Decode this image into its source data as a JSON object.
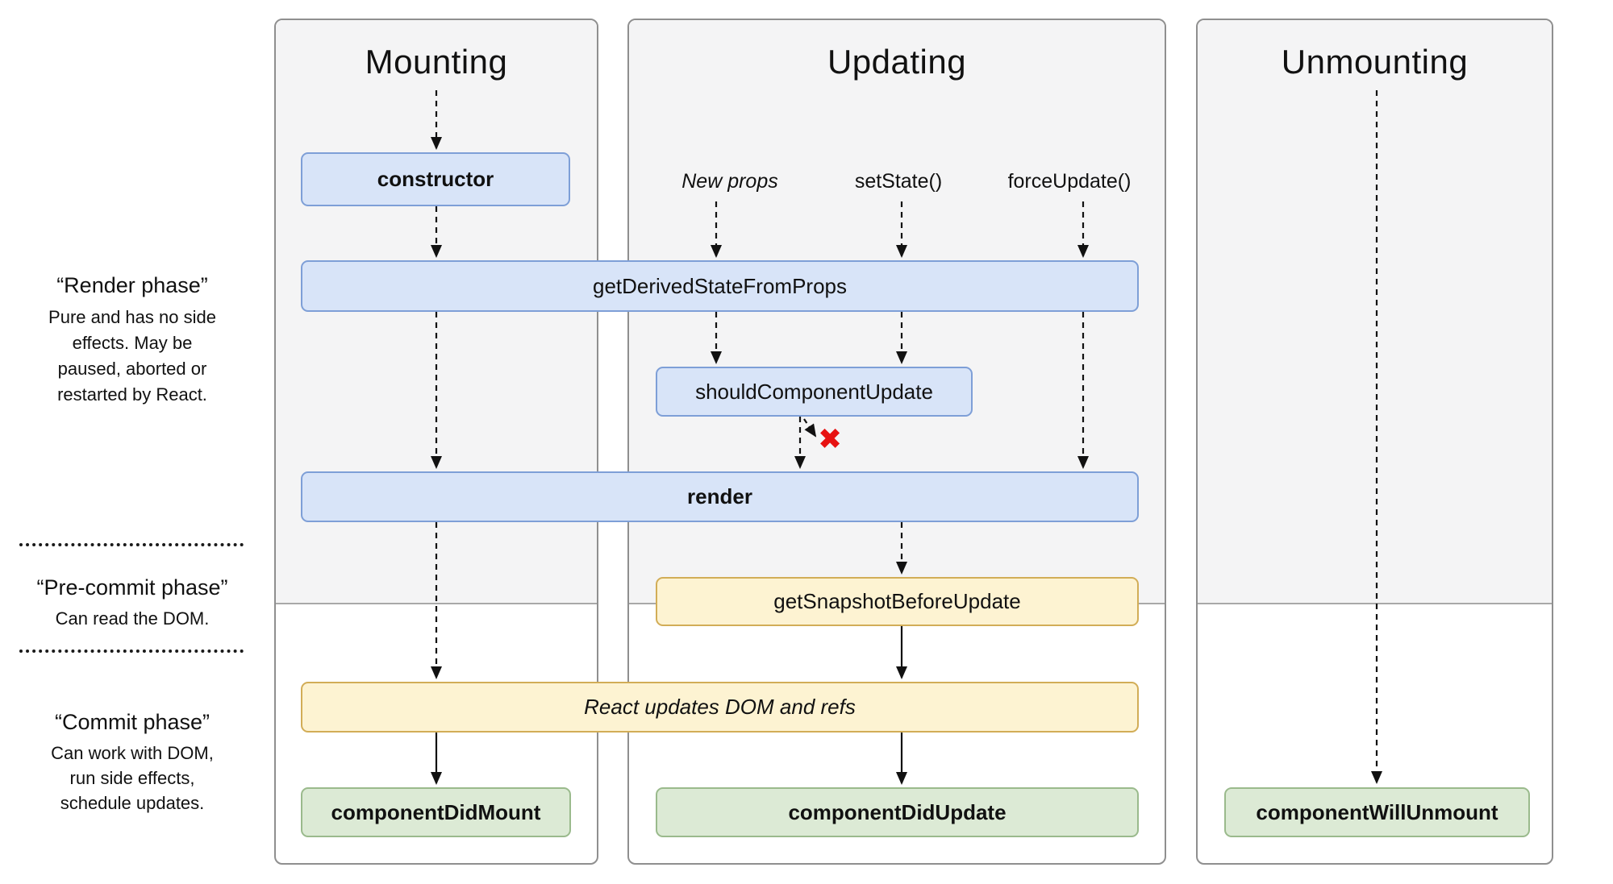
{
  "columns": {
    "mounting": {
      "title": "Mounting"
    },
    "updating": {
      "title": "Updating"
    },
    "unmounting": {
      "title": "Unmounting"
    }
  },
  "side_labels": {
    "render_phase": {
      "title": "“Render phase”",
      "lines": [
        "Pure and has no side",
        "effects. May be",
        "paused, aborted or",
        "restarted by React."
      ]
    },
    "pre_commit_phase": {
      "title": "“Pre-commit phase”",
      "lines": [
        "Can read the DOM."
      ]
    },
    "commit_phase": {
      "title": "“Commit phase”",
      "lines": [
        "Can work with DOM,",
        "run side effects,",
        "schedule updates."
      ]
    }
  },
  "triggers": {
    "new_props": "New props",
    "set_state": "setState()",
    "force_update": "forceUpdate()"
  },
  "boxes": {
    "constructor": "constructor",
    "get_derived_state_from_props": "getDerivedStateFromProps",
    "should_component_update": "shouldComponentUpdate",
    "render": "render",
    "get_snapshot_before_update": "getSnapshotBeforeUpdate",
    "react_updates_dom": "React updates DOM and refs",
    "component_did_mount": "componentDidMount",
    "component_did_update": "componentDidUpdate",
    "component_will_unmount": "componentWillUnmount"
  },
  "icons": {
    "skip_x": "✖"
  },
  "colors": {
    "box_blue_fill": "#d8e4f8",
    "box_blue_border": "#7e9fd7",
    "box_yellow_fill": "#fdf3d2",
    "box_yellow_border": "#d2ad57",
    "box_green_fill": "#dcead5",
    "box_green_border": "#9aba8c",
    "phase_bg": "#f4f4f5",
    "column_border": "#8f8f8f",
    "skip_x_red": "#e71212"
  }
}
